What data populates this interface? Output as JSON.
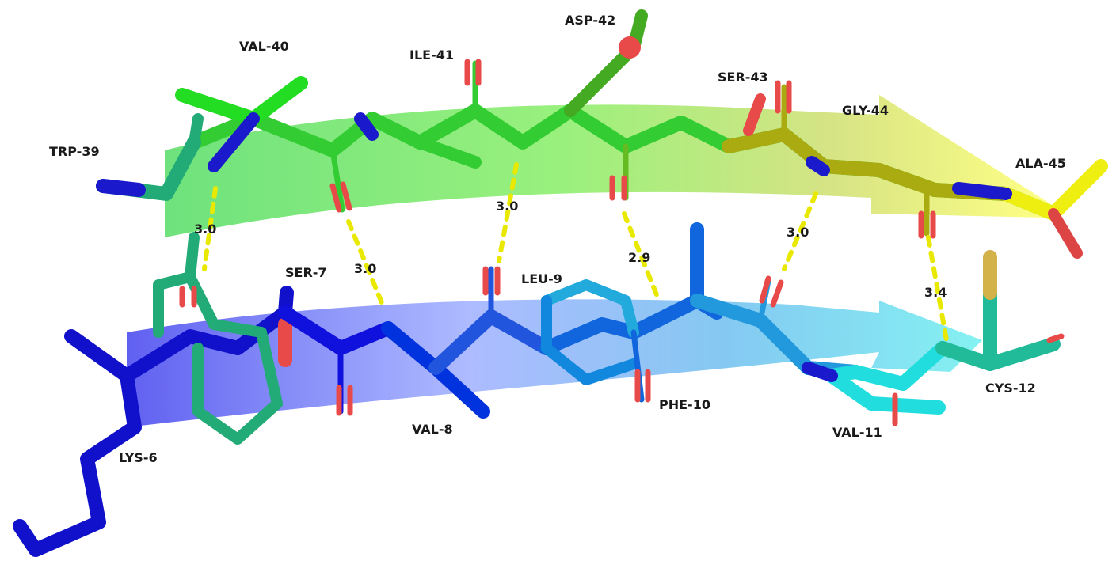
{
  "image": {
    "kind": "molecular structure rendering (beta-sheet with two strands)",
    "colors": {
      "upper_ribbon_start": "#66e066",
      "upper_ribbon_end": "#f2f266",
      "lower_ribbon_start": "#5555ee",
      "lower_ribbon_end": "#66dddd",
      "oxygen": "#e84a4a",
      "nitrogen": "#1a1acc",
      "sulfur": "#d4b24a",
      "hbond": "#e8e800"
    }
  },
  "residues": {
    "upper_strand": [
      {
        "name": "TRP-39",
        "color": "#1fb080"
      },
      {
        "name": "VAL-40",
        "color": "#22dd22"
      },
      {
        "name": "ILE-41",
        "color": "#33cc33"
      },
      {
        "name": "ASP-42",
        "color": "#55bb22"
      },
      {
        "name": "SER-43",
        "color": "#99bb11"
      },
      {
        "name": "GLY-44",
        "color": "#bbbb11"
      },
      {
        "name": "ALA-45",
        "color": "#eeee11"
      }
    ],
    "lower_strand": [
      {
        "name": "LYS-6",
        "color": "#1111cc"
      },
      {
        "name": "SER-7",
        "color": "#1111dd"
      },
      {
        "name": "VAL-8",
        "color": "#0033dd"
      },
      {
        "name": "LEU-9",
        "color": "#1166dd"
      },
      {
        "name": "PHE-10",
        "color": "#1188dd"
      },
      {
        "name": "VAL-11",
        "color": "#22dddd"
      },
      {
        "name": "CYS-12",
        "color": "#22bb99"
      }
    ]
  },
  "hbonds": [
    {
      "label": "3.0"
    },
    {
      "label": "3.0"
    },
    {
      "label": "3.0"
    },
    {
      "label": "2.9"
    },
    {
      "label": "3.0"
    },
    {
      "label": "3.4"
    }
  ]
}
